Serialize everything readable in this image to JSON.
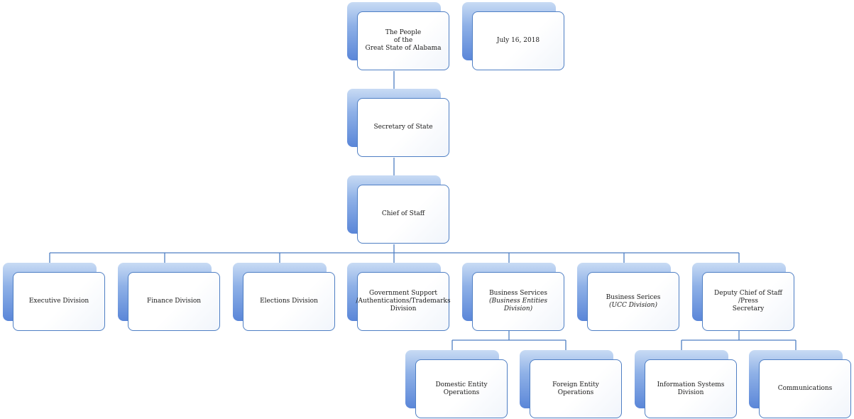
{
  "nodes": {
    "people": {
      "lines": [
        "The People",
        "of the",
        "Great State of Alabama"
      ]
    },
    "date": {
      "lines": [
        "July 16, 2018"
      ]
    },
    "sos": {
      "lines": [
        "Secretary of State"
      ]
    },
    "cos": {
      "lines": [
        "Chief of Staff"
      ]
    },
    "exec": {
      "lines": [
        "Executive Division"
      ]
    },
    "finance": {
      "lines": [
        "Finance Division"
      ]
    },
    "elections": {
      "lines": [
        "Elections Division"
      ]
    },
    "govsupport": {
      "lines": [
        "Government Support",
        "/Authentications/Trademarks",
        "Division"
      ]
    },
    "bsbe": {
      "lines": [
        "Business Services"
      ],
      "italic": "(Business Entities Division)"
    },
    "bsucc": {
      "lines": [
        "Business Serices"
      ],
      "italic": "(UCC Division)"
    },
    "deputy": {
      "lines": [
        "Deputy Chief of Staff /Press",
        "Secretary"
      ]
    },
    "domestic": {
      "lines": [
        "Domestic Entity Operations"
      ]
    },
    "foreign": {
      "lines": [
        "Foreign Entity Operations"
      ]
    },
    "infosys": {
      "lines": [
        "Information Systems Division"
      ]
    },
    "comms": {
      "lines": [
        "Communications"
      ]
    }
  }
}
